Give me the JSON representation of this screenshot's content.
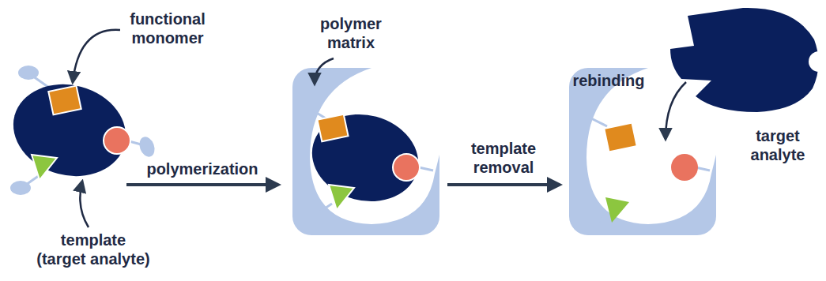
{
  "diagram": {
    "labels": [
      "functional monomer",
      "polymer matrix",
      "rebinding",
      "target analyte",
      "polymerization",
      "template removal",
      "template (target analyte)"
    ]
  }
}
